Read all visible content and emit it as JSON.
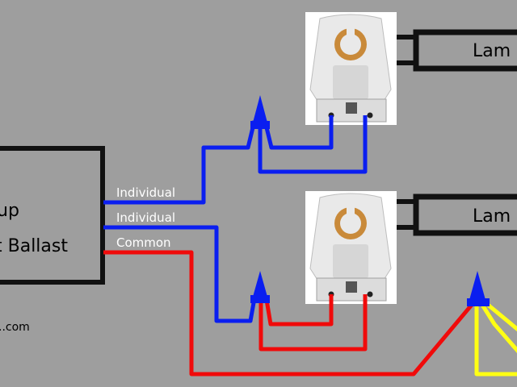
{
  "ballast": {
    "label_line1": "up",
    "label_line2": "t Ballast",
    "footer": "..com"
  },
  "wires": {
    "individual_1": "Individual",
    "individual_2": "Individual",
    "common": "Common"
  },
  "lamps": [
    {
      "label": "Lam"
    },
    {
      "label": "Lam"
    }
  ],
  "colors": {
    "background": "#9e9e9e",
    "wire_blue": "#0a1ef0",
    "wire_red": "#f00a0a",
    "wire_yellow": "#ffff14",
    "wire_black": "#111111",
    "socket_white": "#eeeeee"
  }
}
